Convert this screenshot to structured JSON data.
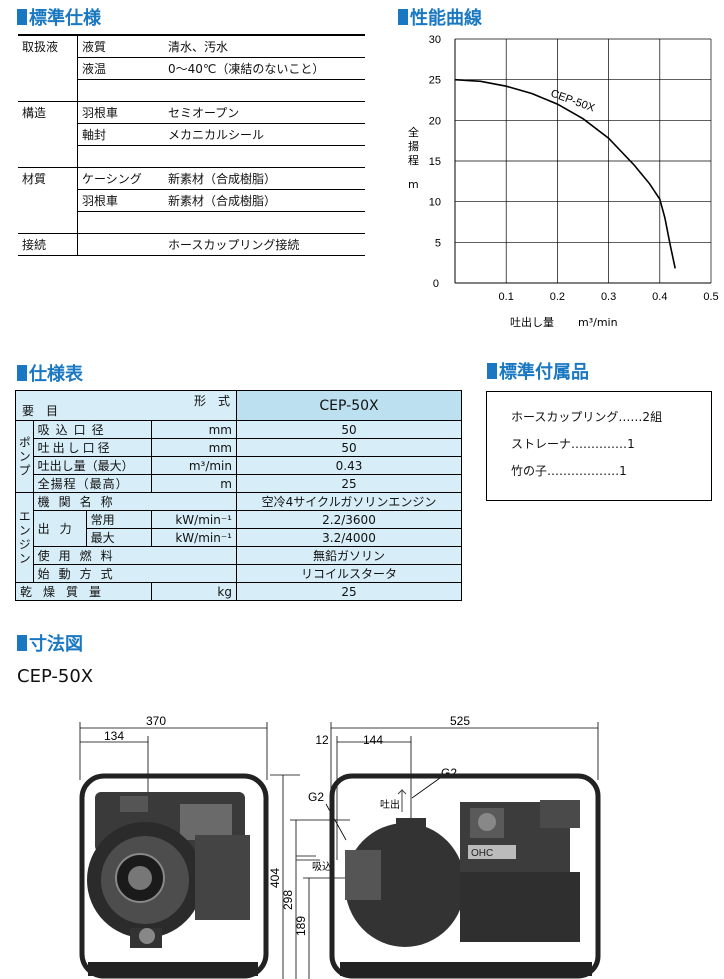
{
  "sections": {
    "standard_spec": "標準仕様",
    "performance_curve": "性能曲線",
    "spec_table": "仕様表",
    "accessories": "標準付属品",
    "dimensions": "寸法図"
  },
  "standard_spec": {
    "rows": [
      {
        "category": "取扱液",
        "item": "液質",
        "value": "清水、汚水"
      },
      {
        "category": "",
        "item": "液温",
        "value": "0〜40℃（凍結のないこと）"
      },
      {
        "category": "構造",
        "item": "羽根車",
        "value": "セミオープン"
      },
      {
        "category": "",
        "item": "軸封",
        "value": "メカニカルシール"
      },
      {
        "category": "材質",
        "item": "ケーシング",
        "value": "新素材（合成樹脂）"
      },
      {
        "category": "",
        "item": "羽根車",
        "value": "新素材（合成樹脂）"
      },
      {
        "category": "接続",
        "item": "",
        "value": "ホースカップリング接続"
      }
    ]
  },
  "chart_data": {
    "type": "line",
    "x": [
      0,
      0.05,
      0.1,
      0.15,
      0.2,
      0.25,
      0.3,
      0.35,
      0.38,
      0.4,
      0.41,
      0.42,
      0.43
    ],
    "series": [
      {
        "name": "CEP-50X",
        "values": [
          25,
          24.8,
          24.2,
          23.3,
          22,
          20.2,
          17.8,
          14.5,
          12.2,
          10.3,
          8,
          4.8,
          1.8
        ]
      }
    ],
    "y_ticks": [
      "0",
      "5",
      "10",
      "15",
      "20",
      "25",
      "30"
    ],
    "x_ticks": [
      "0.1",
      "0.2",
      "0.3",
      "0.4",
      "0.5"
    ],
    "origin_label": "0",
    "ylabel": "全揚程",
    "yunit": "m",
    "xlabel": "吐出し量",
    "xunit": "m³/min",
    "xlim": [
      0,
      0.5
    ],
    "ylim": [
      0,
      30
    ],
    "grid": true
  },
  "spec": {
    "header_item": "要　目",
    "header_type": "形　式",
    "model": "CEP-50X",
    "pump_label": "ポンプ",
    "engine_label": "エンジン",
    "pump_rows": [
      {
        "item": "吸込口径",
        "unit": "mm",
        "value": "50"
      },
      {
        "item": "吐出し口径",
        "unit": "mm",
        "value": "50"
      },
      {
        "item": "吐出し量（最大）",
        "unit": "m³/min",
        "value": "0.43"
      },
      {
        "item": "全揚程（最高）",
        "unit": "m",
        "value": "25"
      }
    ],
    "engine_name_item": "機関名称",
    "engine_name": "空冷4サイクルガソリンエンジン",
    "output_item": "出力",
    "output_rows": [
      {
        "sub": "常用",
        "unit": "kW/min⁻¹",
        "value": "2.2/3600"
      },
      {
        "sub": "最大",
        "unit": "kW/min⁻¹",
        "value": "3.2/4000"
      }
    ],
    "fuel_item": "使用燃料",
    "fuel": "無鉛ガソリン",
    "start_item": "始動方式",
    "start": "リコイルスタータ",
    "weight_item": "乾燥質量",
    "weight_unit": "kg",
    "weight": "25"
  },
  "accessories": [
    "ホースカップリング‥‥‥2組",
    "ストレーナ‥‥‥‥‥‥‥1",
    "竹の子‥‥‥‥‥‥‥‥‥1"
  ],
  "dimensions": {
    "model": "CEP-50X",
    "front_width": "370",
    "front_inner": "134",
    "height_total": "404",
    "height_port": "298",
    "height_inlet": "189",
    "side_length": "525",
    "side_offset": "12",
    "side_inner": "144",
    "outlet_thread": "G2",
    "inlet_thread": "G2",
    "outlet_label": "吐出",
    "inlet_label": "吸込",
    "engine_logo": "OHC"
  },
  "colors": {
    "accent": "#1a78c2",
    "table_fill": "#d7edf7",
    "table_header": "#bde0f0"
  }
}
